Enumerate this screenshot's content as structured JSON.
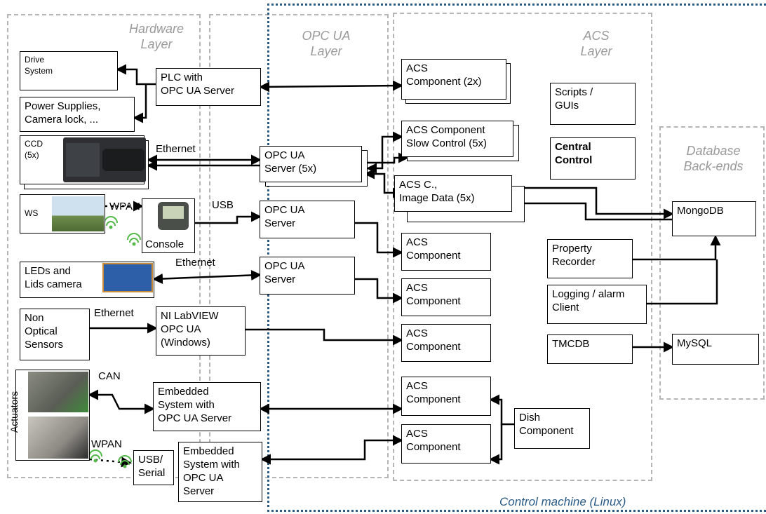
{
  "layers": {
    "hardware": "Hardware\nLayer",
    "opcua": "OPC UA\nLayer",
    "acs": "ACS\nLayer",
    "database": "Database\nBack-ends"
  },
  "machine_label": "Control machine (Linux)",
  "hardware": {
    "drive": "Drive\nSystem",
    "power": "Power Supplies,\nCamera lock, ...",
    "ccd": "CCD\n(5x)",
    "ws": "WS",
    "console": "Console",
    "leds": "LEDs and\nLids camera",
    "nonoptical": "Non\nOptical\nSensors",
    "actuators": "Actuators",
    "usbserial": "USB/\nSerial"
  },
  "opc": {
    "plc": "PLC with\nOPC UA Server",
    "server5x": "OPC UA\nServer (5x)",
    "server_usb": "OPC UA\nServer",
    "server_eth": "OPC UA\nServer",
    "labview": "NI LabVIEW\nOPC UA\n(Windows)",
    "embedded1": "Embedded\nSystem with\nOPC UA Server",
    "embedded2": "Embedded\nSystem with\nOPC UA\nServer"
  },
  "acs": {
    "comp2x": "ACS\nComponent (2x)",
    "slow": "ACS Component\nSlow Control (5x)",
    "image": "ACS C.,\nImage Data (5x)",
    "comp_a": "ACS\nComponent",
    "comp_b": "ACS\nComponent",
    "comp_c": "ACS\nComponent",
    "comp_d": "ACS\nComponent",
    "comp_e": "ACS\nComponent",
    "scripts": "Scripts /\nGUIs",
    "central": "Central\nControl",
    "property": "Property\nRecorder",
    "logging": "Logging / alarm\nClient",
    "tmcdb": "TMCDB",
    "dish": "Dish\nComponent"
  },
  "db": {
    "mongodb": "MongoDB",
    "mysql": "MySQL"
  },
  "links": {
    "ethernet1": "Ethernet",
    "wpan1": "WPAN",
    "usb": "USB",
    "ethernet2": "Ethernet",
    "ethernet3": "Ethernet",
    "can": "CAN",
    "wpan2": "WPAN"
  }
}
